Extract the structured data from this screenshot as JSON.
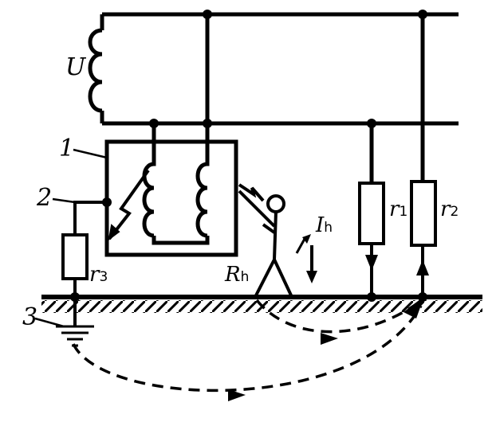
{
  "labels": {
    "voltage": "U",
    "housing": "1",
    "fault_wire": "2",
    "earth_electrode": "3",
    "r1": {
      "sym": "r",
      "sub": "1"
    },
    "r2": {
      "sym": "r",
      "sub": "2"
    },
    "r3": {
      "sym": "r",
      "sub": "3"
    },
    "body_resistance": {
      "sym": "R",
      "sub": "h"
    },
    "body_current": {
      "sym": "I",
      "sub": "h"
    }
  },
  "colors": {
    "ink": "#000000",
    "background": "#ffffff"
  }
}
